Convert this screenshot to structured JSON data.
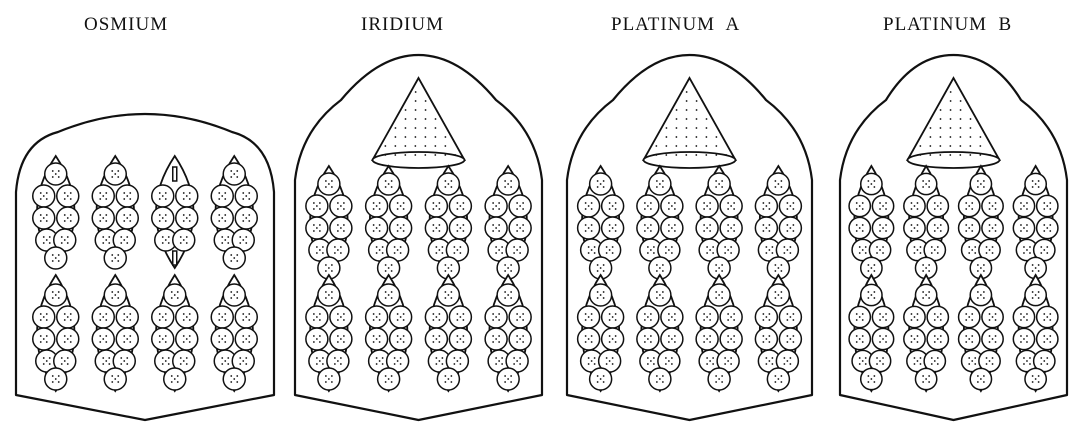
{
  "panels": [
    {
      "label": "OSMIUM",
      "has_cone": false
    },
    {
      "label": "IRIDIUM",
      "has_cone": true
    },
    {
      "label": "PLATINUM  A",
      "has_cone": true
    },
    {
      "label": "PLATINUM  B",
      "has_cone": true
    }
  ]
}
